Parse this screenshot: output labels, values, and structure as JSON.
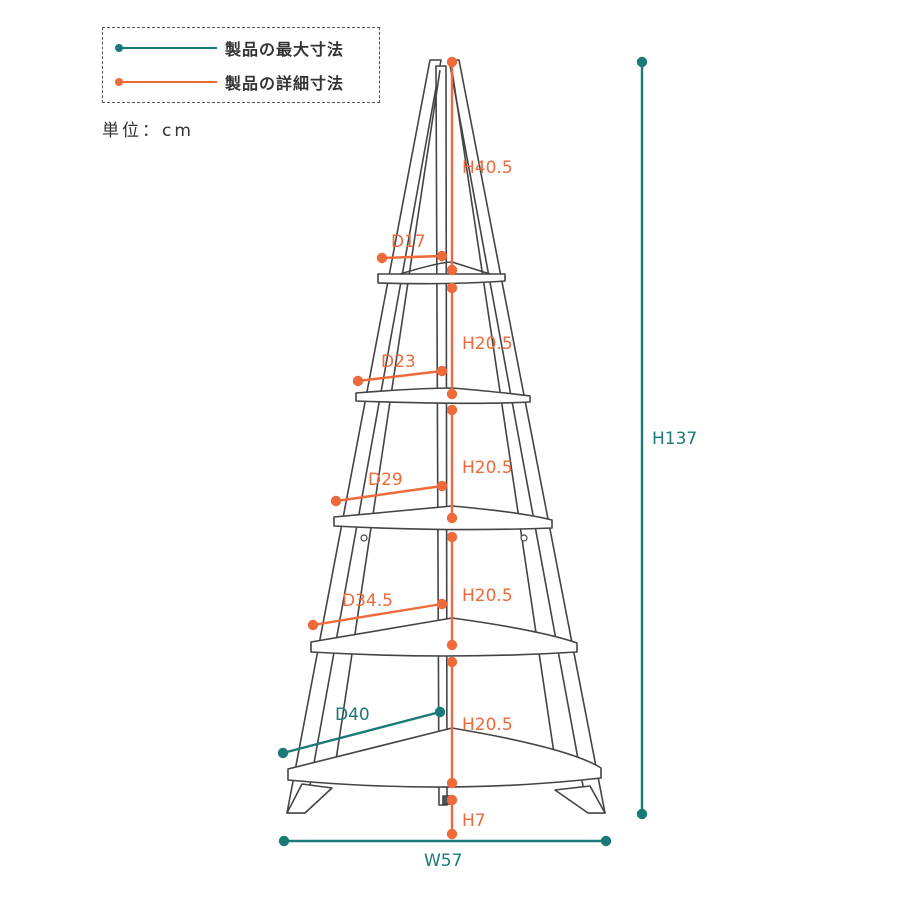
{
  "legend": {
    "max_label": "製品の最大寸法",
    "detail_label": "製品の詳細寸法"
  },
  "unit_label": "単位：cm",
  "colors": {
    "max": "#1a7a78",
    "detail": "#ee6a3a",
    "frame": "#444444",
    "shelf_fill": "#ffffff"
  },
  "dimensions": {
    "total_height": "H137",
    "total_width": "W57",
    "top_height": "H40.5",
    "shelf_heights": [
      "H20.5",
      "H20.5",
      "H20.5",
      "H20.5"
    ],
    "base_height": "H7",
    "depths": [
      "D17",
      "D23",
      "D29",
      "D34.5"
    ],
    "bottom_depth": "D40"
  }
}
